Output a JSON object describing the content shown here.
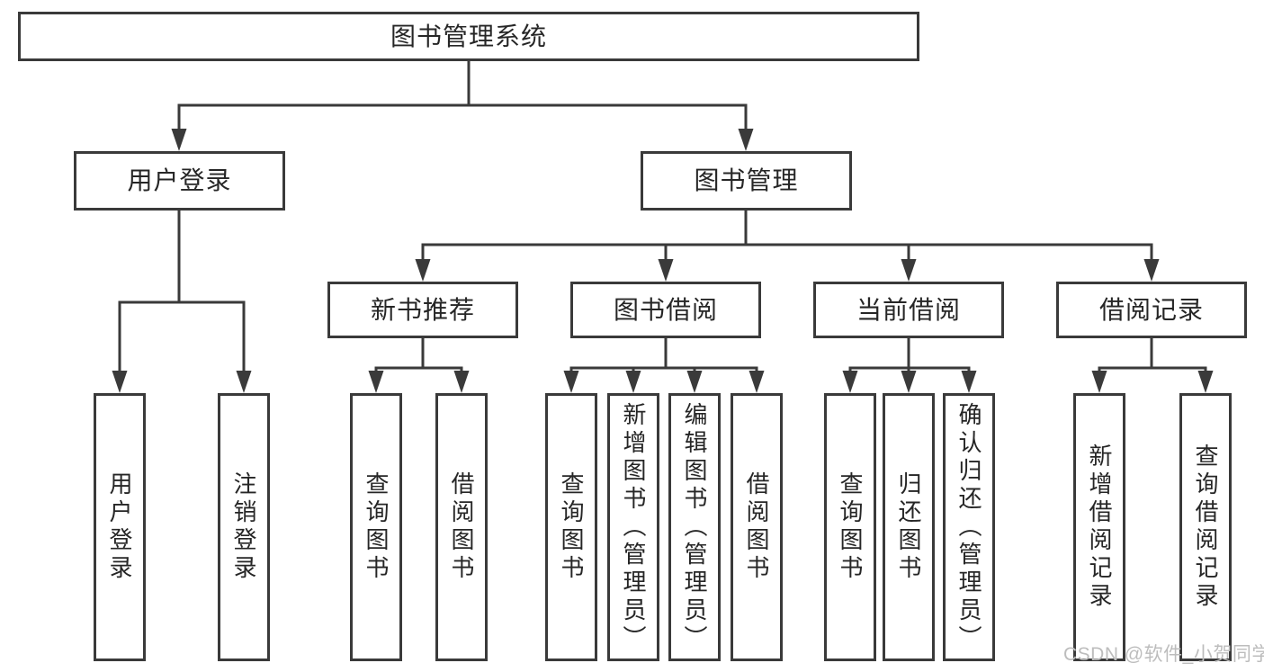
{
  "diagram_title": "图书管理系统",
  "colors": {
    "line": "#3a3a3a",
    "text": "#262626",
    "watermark": "#bdbdbd",
    "background": "#ffffff"
  },
  "nodes": {
    "root": "图书管理系统",
    "user_login": "用户登录",
    "book_mgmt": "图书管理",
    "user_login_leaf": "用户登录",
    "logout_leaf": "注销登录",
    "new_books": "新书推荐",
    "book_borrow": "图书借阅",
    "current_borrow": "当前借阅",
    "borrow_records": "借阅记录",
    "nb_query_books": "查询图书",
    "nb_borrow_books": "借阅图书",
    "bb_query_books": "查询图书",
    "bb_add_books": "新增图书（管理员）",
    "bb_edit_books": "编辑图书（管理员）",
    "bb_borrow_books": "借阅图书",
    "cb_query_books": "查询图书",
    "cb_return_books": "归还图书",
    "cb_confirm_return": "确认归还（管理员）",
    "br_add_record": "新增借阅记录",
    "br_query_record": "查询借阅记录"
  },
  "watermark": "CSDN @软件_小贺同学"
}
